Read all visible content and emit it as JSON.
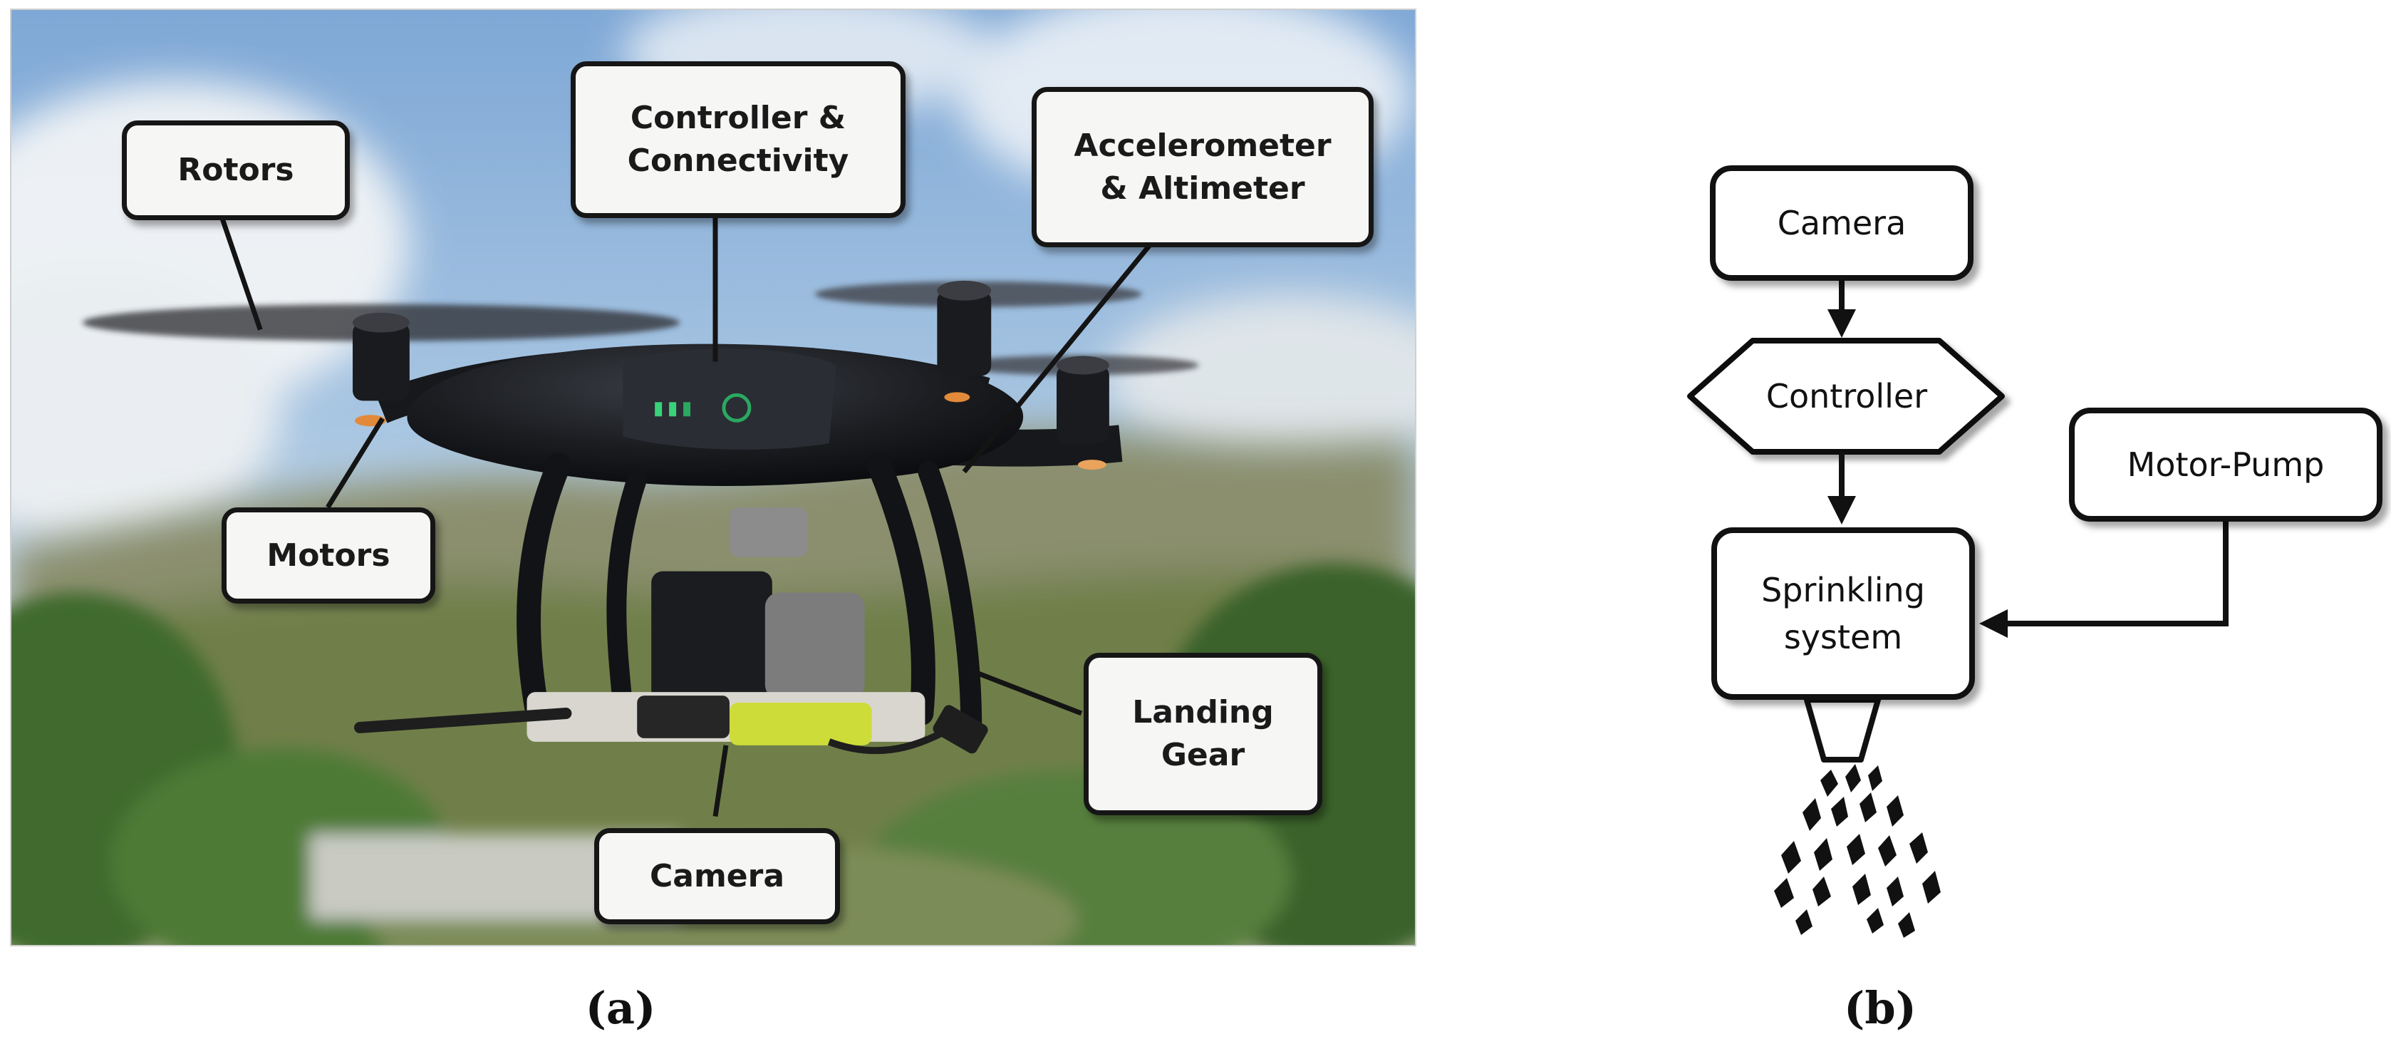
{
  "panel_a": {
    "callouts": {
      "rotors": "Rotors",
      "controller": "Controller &\nConnectivity",
      "accelerometer": "Accelerometer\n& Altimeter",
      "motors": "Motors",
      "landing_gear": "Landing\nGear",
      "camera": "Camera"
    },
    "caption": "(a)"
  },
  "panel_b": {
    "nodes": {
      "camera": "Camera",
      "controller": "Controller",
      "motor_pump": "Motor-Pump",
      "sprinkling_system": "Sprinkling\nsystem"
    },
    "caption": "(b)"
  },
  "colors": {
    "sky_top": "#8fb4dc",
    "sky_bottom": "#c9dcea",
    "hill_green": "#6f7f48",
    "foliage": "#3f6b2e",
    "drone_body": "#1b1d21",
    "box_border": "#111111",
    "callout_fill": "#f6f6f4",
    "lime_battery": "#cddc39"
  }
}
